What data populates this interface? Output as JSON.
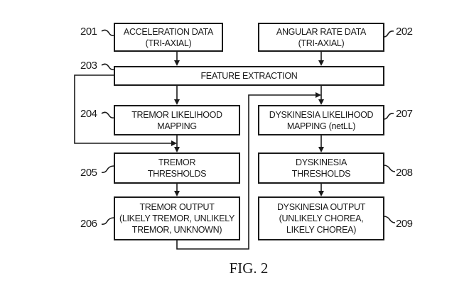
{
  "figure_label": "FIG. 2",
  "boxes": {
    "b201": {
      "ref": "201",
      "line1": "ACCELERATION DATA",
      "line2": "(TRI-AXIAL)"
    },
    "b202": {
      "ref": "202",
      "line1": "ANGULAR RATE DATA",
      "line2": "(TRI-AXIAL)"
    },
    "b203": {
      "ref": "203",
      "line1": "FEATURE EXTRACTION"
    },
    "b204": {
      "ref": "204",
      "line1": "TREMOR LIKELIHOOD",
      "line2": "MAPPING"
    },
    "b205": {
      "ref": "205",
      "line1": "TREMOR",
      "line2": "THRESHOLDS"
    },
    "b206": {
      "ref": "206",
      "line1": "TREMOR OUTPUT",
      "line2": "(LIKELY TREMOR, UNLIKELY",
      "line3": "TREMOR, UNKNOWN)"
    },
    "b207": {
      "ref": "207",
      "line1": "DYSKINESIA LIKELIHOOD",
      "line2": "MAPPING (netLL)"
    },
    "b208": {
      "ref": "208",
      "line1": "DYSKINESIA",
      "line2": "THRESHOLDS"
    },
    "b209": {
      "ref": "209",
      "line1": "DYSKINESIA OUTPUT",
      "line2": "(UNLIKELY CHOREA,",
      "line3": "LIKELY CHOREA)"
    }
  }
}
